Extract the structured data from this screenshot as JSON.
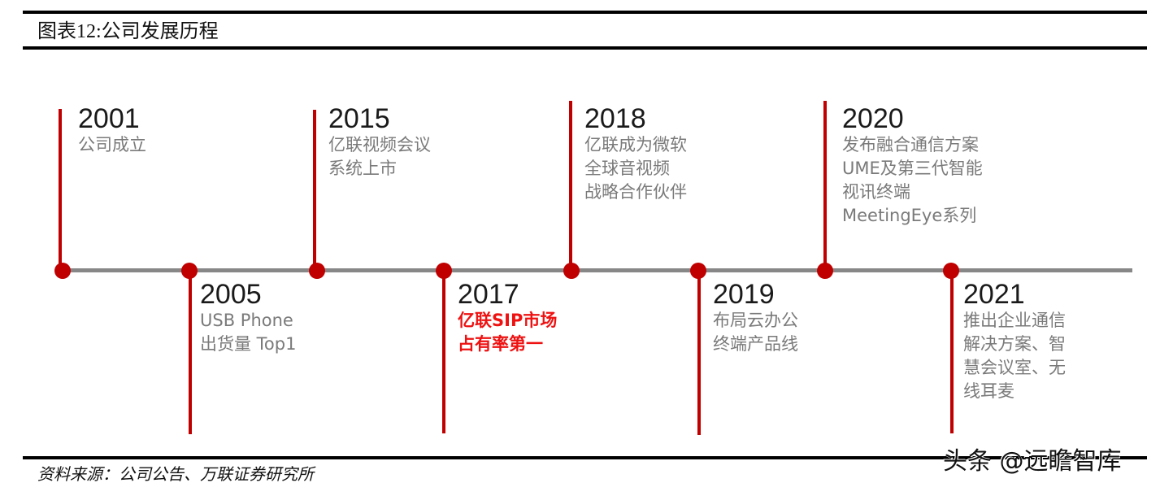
{
  "figure": {
    "title": "图表12:公司发展历程",
    "source": "资料来源：公司公告、万联证券研究所",
    "watermark": "头条 @远瞻智库"
  },
  "colors": {
    "accent": "#c00000",
    "axis": "#878787",
    "year_text": "#1a1a1a",
    "desc_text": "#7a7a7a",
    "highlight_text": "#ee1111"
  },
  "timeline": {
    "events": [
      {
        "year": "2001",
        "position": "above",
        "lines": [
          "公司成立"
        ]
      },
      {
        "year": "2005",
        "position": "below",
        "lines": [
          "USB Phone",
          "出货量 Top1"
        ]
      },
      {
        "year": "2015",
        "position": "above",
        "lines": [
          "亿联视频会议",
          "系统上市"
        ]
      },
      {
        "year": "2017",
        "position": "below",
        "highlight": true,
        "lines": [
          "亿联SIP市场",
          "占有率第一"
        ]
      },
      {
        "year": "2018",
        "position": "above",
        "lines": [
          "亿联成为微软",
          "全球音视频",
          "战略合作伙伴"
        ]
      },
      {
        "year": "2019",
        "position": "below",
        "lines": [
          "布局云办公",
          "终端产品线"
        ]
      },
      {
        "year": "2020",
        "position": "above",
        "lines": [
          "发布融合通信方案",
          "UME及第三代智能",
          "视讯终端",
          "MeetingEye系列"
        ]
      },
      {
        "year": "2021",
        "position": "below",
        "lines": [
          "推出企业通信",
          "解决方案、智",
          "慧会议室、无",
          "线耳麦"
        ]
      }
    ]
  }
}
